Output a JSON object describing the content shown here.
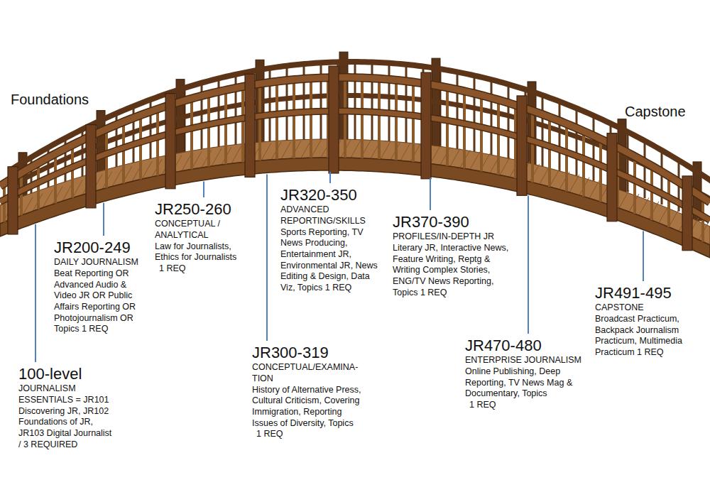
{
  "diagram": {
    "labels": [
      "Foundations",
      "Capstone",
      "100-level",
      "JOURNALISM ESSENTIALS = JR101 Discovering JR, JR102 Foundations of JR, JR103 Digital Journalist / 3 REQUIRED",
      "JR200-249",
      "DAILY JOURNALISM",
      "Beat Reporting OR Advanced Audio & Video JR OR Public Affairs Reporting OR Photojournalism OR Topics 1 REQ",
      "JR250-260",
      "CONCEPTUAL / ANALYTICAL",
      "Law for Journalists, Ethics for Journalists",
      "1 REQ",
      "JR300-319",
      "CONCEPTUAL/EXAMINA- TION",
      "History of Alternative Press, Cultural Criticism, Covering Immigration, Reporting Issues of Diversity, Topics",
      "1 REQ",
      "JR320-350",
      "ADVANCED REPORTING/SKILLS",
      "Sports Reporting, TV News Producing, Entertainment JR, Environmental JR, News Editing & Design, Data Viz, Topics 1 REQ",
      "JR370-390",
      "PROFILES/IN-DEPTH JR",
      "Literary JR, Interactive News, Feature Writing, Reptg & Writing Complex Stories, ENG/TV News Reporting, Topics 1 REQ",
      "JR470-480",
      "ENTERPRISE JOURNALISM",
      "Online Publishing, Deep Reporting, TV News Mag & Documentary, Topics",
      "1 REQ",
      "JR491-495",
      "CAPSTONE",
      "Broadcast Practicum, Backpack Journalism Practicum, Multimedia Practicum 1 REQ"
    ]
  }
}
